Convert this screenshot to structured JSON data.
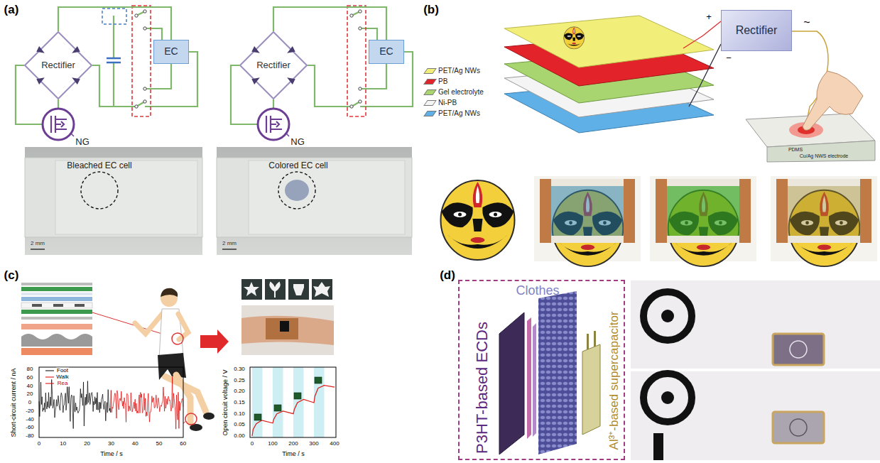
{
  "diagram": {
    "nodes": [
      {
        "text": [
          "Rectifier"
        ]
      },
      {
        "text": [
          "EC"
        ]
      },
      {
        "text": [
          "Rectifier"
        ]
      },
      {
        "text": [
          "EC"
        ]
      },
      {
        "text": [
          "Rectifier"
        ]
      },
      {
        "text": [
          "Clothes",
          "P3HT-based ECDs",
          "Al³⁺-based supercapacitor"
        ]
      }
    ],
    "edges": [
      {
        "from": 0,
        "to": 1,
        "arrow": "none"
      },
      {
        "from": 2,
        "to": 3,
        "arrow": "none"
      }
    ],
    "labels": [
      "(a)",
      "NG",
      "NG",
      "Bleached EC cell",
      "2 mm",
      "Colored EC cell",
      "2 mm",
      "(b)",
      "+",
      "−",
      "~",
      "PDMS",
      "Cu/Ag NWS electrode",
      "(c)",
      "80",
      "60",
      "40",
      "20",
      "0",
      "-20",
      "-40",
      "-60",
      "-80",
      "0",
      "10",
      "20",
      "30",
      "40",
      "50",
      "60",
      "Time / s",
      "Short-circuit current / nA",
      "Foot",
      "Walk",
      "Rea",
      "0.30",
      "0.25",
      "0.20",
      "0.15",
      "0.10",
      "0.05",
      "0.00",
      "0",
      "100",
      "200",
      "300",
      "400",
      "Time / s",
      "Open circuit voltage / V",
      "(d)"
    ],
    "legend": [
      {
        "text": "PET/Ag NWs",
        "color": "#f1ef7a"
      },
      {
        "text": "PB",
        "color": "#e2232a"
      },
      {
        "text": "Gel electrolyte",
        "color": "#a8d56f"
      },
      {
        "text": "Ni-PB",
        "color": "#f4f4f4"
      },
      {
        "text": "PET/Ag NWs",
        "color": "#5fb0e6"
      }
    ]
  }
}
